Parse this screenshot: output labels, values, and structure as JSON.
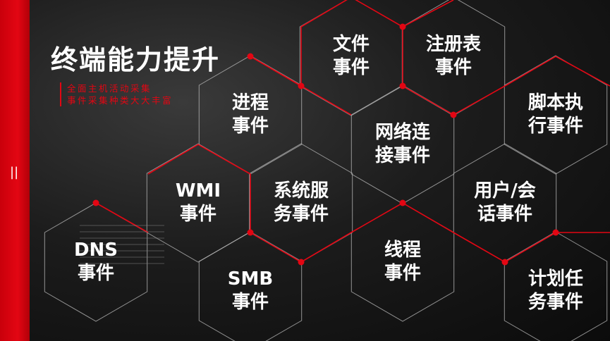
{
  "slide": {
    "title": "终端能力提升",
    "subtitle_lines": [
      "全面主机活动采集",
      "事件采集种类大大丰富"
    ],
    "side_mark": "||",
    "accent_color": "#e30613",
    "background_color": "#141414"
  },
  "hexes": [
    {
      "id": "file",
      "lines": [
        "文件",
        "事件"
      ]
    },
    {
      "id": "registry",
      "lines": [
        "注册表",
        "事件"
      ]
    },
    {
      "id": "process",
      "lines": [
        "进程",
        "事件"
      ]
    },
    {
      "id": "network",
      "lines": [
        "网络连",
        "接事件"
      ]
    },
    {
      "id": "script",
      "lines": [
        "脚本执",
        "行事件"
      ]
    },
    {
      "id": "wmi",
      "lines": [
        "WMI",
        "事件"
      ]
    },
    {
      "id": "service",
      "lines": [
        "系统服",
        "务事件"
      ]
    },
    {
      "id": "session",
      "lines": [
        "用户/会",
        "话事件"
      ]
    },
    {
      "id": "dns",
      "lines": [
        "DNS",
        "事件"
      ]
    },
    {
      "id": "smb",
      "lines": [
        "SMB",
        "事件"
      ]
    },
    {
      "id": "thread",
      "lines": [
        "线程",
        "事件"
      ]
    },
    {
      "id": "schedule",
      "lines": [
        "计划任",
        "务事件"
      ]
    }
  ]
}
